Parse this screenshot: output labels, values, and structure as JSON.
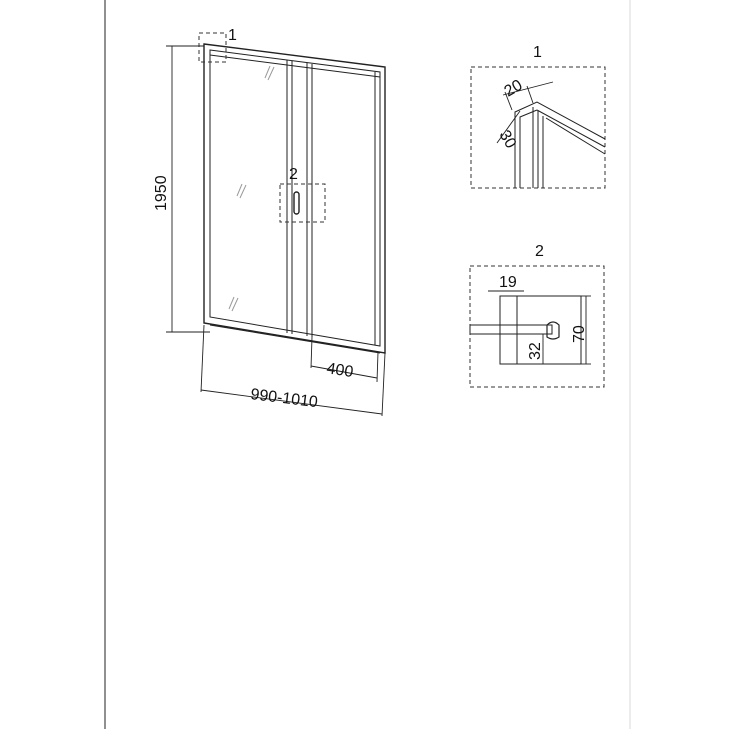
{
  "drawing": {
    "height_label": "1950",
    "width_label": "990-1010",
    "fixed_panel_label": "400",
    "callout_top": "1",
    "callout_handle": "2"
  },
  "detail_1": {
    "title": "1",
    "dim_a": "20",
    "dim_b": "30"
  },
  "detail_2": {
    "title": "2",
    "dim_top": "19",
    "dim_bottom": "32",
    "dim_height": "70"
  }
}
